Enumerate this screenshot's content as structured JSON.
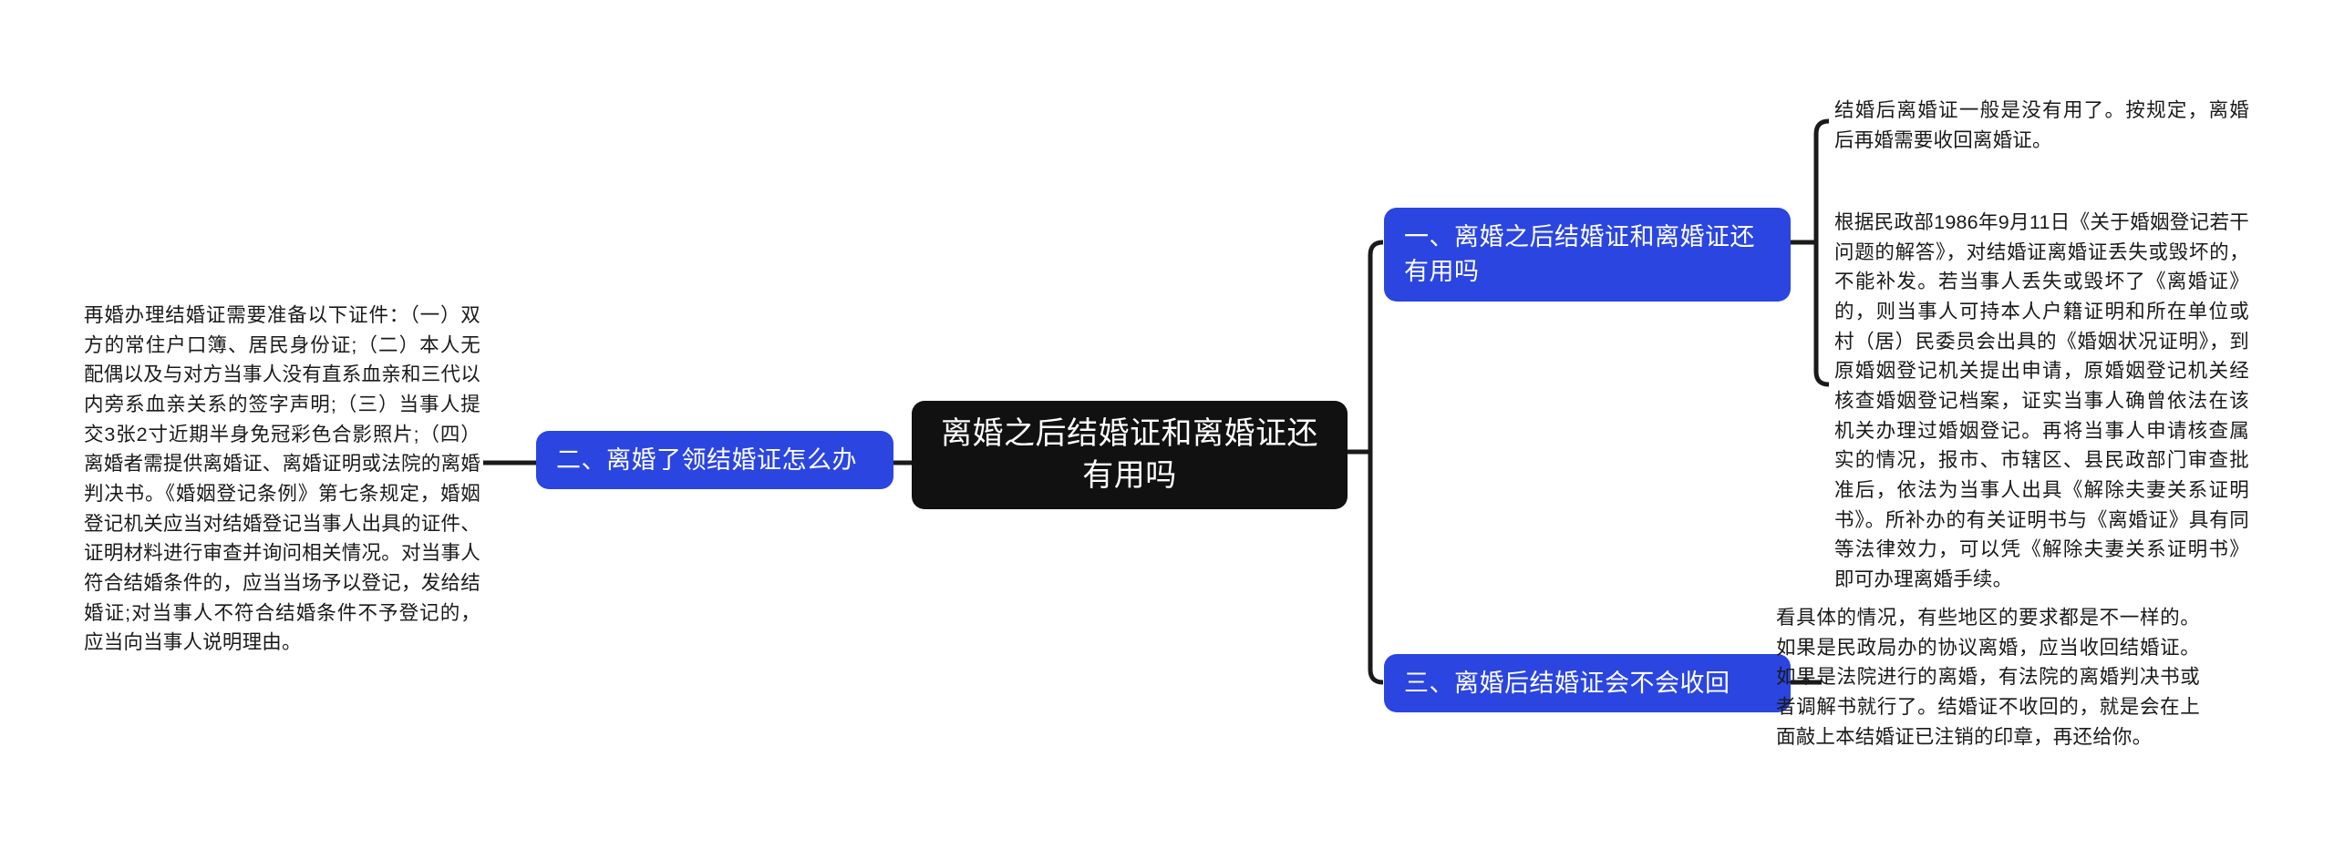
{
  "mindmap": {
    "root": {
      "label": "离婚之后结婚证和离婚证还有用吗"
    },
    "branches": [
      {
        "id": "branch-1",
        "label": "一、离婚之后结婚证和离婚证还有用吗",
        "side": "right"
      },
      {
        "id": "branch-2",
        "label": "二、离婚了领结婚证怎么办",
        "side": "left"
      },
      {
        "id": "branch-3",
        "label": "三、离婚后结婚证会不会收回",
        "side": "right"
      }
    ],
    "leaves": {
      "left_detail": "再婚办理结婚证需要准备以下证件：（一）双方的常住户口簿、居民身份证;（二）本人无配偶以及与对方当事人没有直系血亲和三代以内旁系血亲关系的签字声明;（三）当事人提交3张2寸近期半身免冠彩色合影照片;（四）离婚者需提供离婚证、离婚证明或法院的离婚判决书。《婚姻登记条例》第七条规定，婚姻登记机关应当对结婚登记当事人出具的证件、证明材料进行审查并询问相关情况。对当事人符合结婚条件的，应当当场予以登记，发给结婚证;对当事人不符合结婚条件不予登记的，应当向当事人说明理由。",
      "right_detail_1": "结婚后离婚证一般是没有用了。按规定，离婚后再婚需要收回离婚证。",
      "right_detail_2": "根据民政部1986年9月11日《关于婚姻登记若干问题的解答》，对结婚证离婚证丢失或毁坏的，不能补发。若当事人丢失或毁坏了《离婚证》的，则当事人可持本人户籍证明和所在单位或村（居）民委员会出具的《婚姻状况证明》，到原婚姻登记机关提出申请，原婚姻登记机关经核查婚姻登记档案，证实当事人确曾依法在该机关办理过婚姻登记。再将当事人申请核查属实的情况，报市、市辖区、县民政部门审查批准后，依法为当事人出具《解除夫妻关系证明书》。所补办的有关证明书与《离婚证》具有同等法律效力，可以凭《解除夫妻关系证明书》即可办理离婚手续。",
      "right_detail_3": "看具体的情况，有些地区的要求都是不一样的。如果是民政局办的协议离婚，应当收回结婚证。如果是法院进行的离婚，有法院的离婚判决书或者调解书就行了。结婚证不收回的，就是会在上面敲上本结婚证已注销的印章，再还给你。"
    },
    "colors": {
      "root_fill": "#111111",
      "branch_fill": "#2b45e0",
      "connector": "#1a1a1a",
      "text": "#1a1a1a",
      "background": "#ffffff"
    }
  }
}
